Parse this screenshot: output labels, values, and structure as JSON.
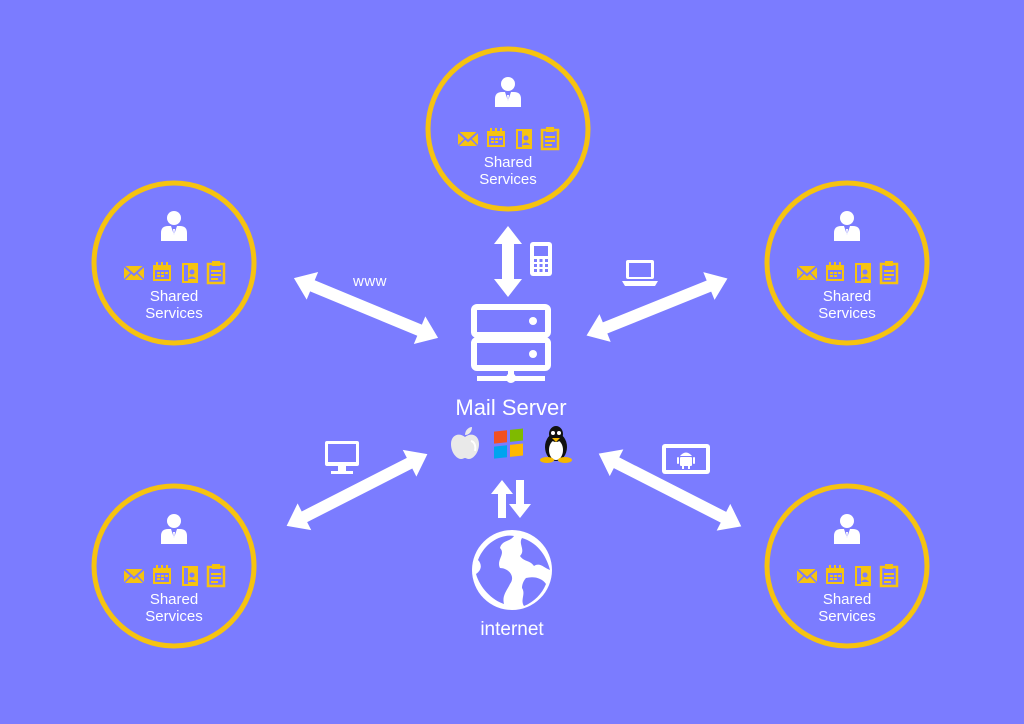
{
  "colors": {
    "background": "#7b7cff",
    "ring": "#f6c310",
    "icon_white": "#ffffff",
    "service_icon": "#f6c310"
  },
  "nodes": [
    {
      "label_line1": "Shared",
      "label_line2": "Services",
      "icons": [
        "user-icon",
        "mail-icon",
        "calendar-icon",
        "contacts-icon",
        "notes-icon"
      ]
    },
    {
      "label_line1": "Shared",
      "label_line2": "Services",
      "icons": [
        "user-icon",
        "mail-icon",
        "calendar-icon",
        "contacts-icon",
        "notes-icon"
      ]
    },
    {
      "label_line1": "Shared",
      "label_line2": "Services",
      "icons": [
        "user-icon",
        "mail-icon",
        "calendar-icon",
        "contacts-icon",
        "notes-icon"
      ]
    },
    {
      "label_line1": "Shared",
      "label_line2": "Services",
      "icons": [
        "user-icon",
        "mail-icon",
        "calendar-icon",
        "contacts-icon",
        "notes-icon"
      ]
    },
    {
      "label_line1": "Shared",
      "label_line2": "Services",
      "icons": [
        "user-icon",
        "mail-icon",
        "calendar-icon",
        "contacts-icon",
        "notes-icon"
      ]
    }
  ],
  "server": {
    "label": "Mail Server",
    "icon": "server-icon",
    "os_icons": [
      "apple-icon",
      "windows-icon",
      "linux-icon"
    ]
  },
  "internet": {
    "label": "internet",
    "icon": "globe-icon"
  },
  "connections": {
    "www_label": "www",
    "device_icons": [
      "mobile-phone-icon",
      "laptop-icon",
      "desktop-monitor-icon",
      "android-tablet-icon"
    ]
  }
}
